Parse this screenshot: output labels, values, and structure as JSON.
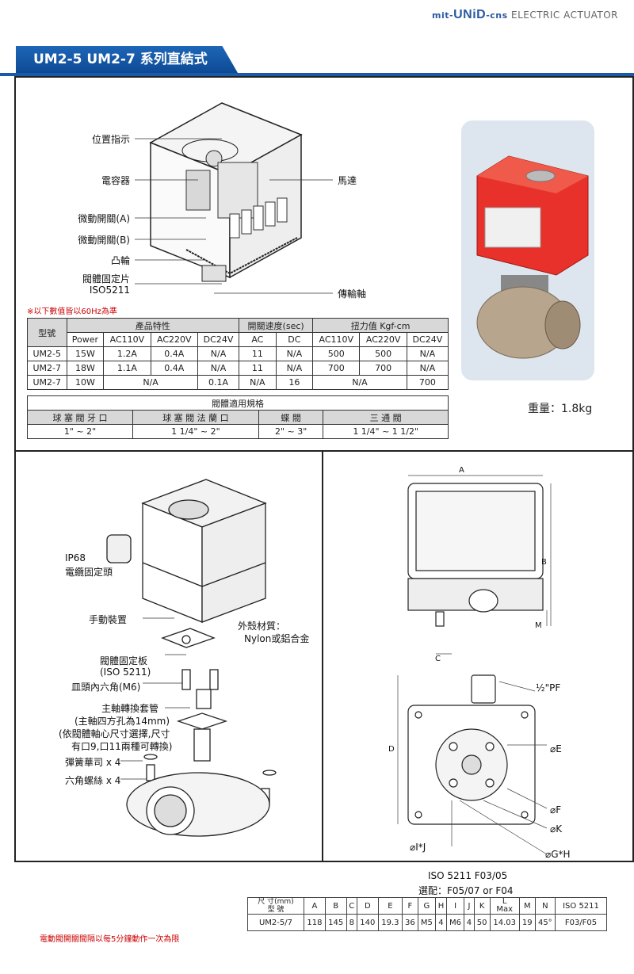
{
  "header": {
    "brand_prefix": "mit-",
    "brand_logo": "UNiD",
    "brand_suffix": "-cns",
    "brand_tagline": "ELECTRIC ACTUATOR",
    "title": "UM2-5 UM2-7 系列直結式"
  },
  "colors": {
    "accent": "#1e66b8",
    "note_red": "#cc0000",
    "actuator_red": "#e8312a"
  },
  "cutaway": {
    "labels_left": [
      "位置指示",
      "電容器",
      "微動開關(A)",
      "微動開關(B)",
      "凸輪",
      "閥體固定片",
      "ISO5211"
    ],
    "labels_right": [
      "馬達",
      "傳輸軸"
    ]
  },
  "note_60hz": "※以下數值皆以60Hz為準",
  "spec": {
    "model_header": "型號",
    "feature_header": "產品特性",
    "speed_header": "開關速度(sec)",
    "torque_header": "扭力值 Kgf-cm",
    "sub_headers": [
      "Power",
      "AC110V",
      "AC220V",
      "DC24V",
      "AC",
      "DC",
      "AC110V",
      "AC220V",
      "DC24V"
    ],
    "rows": [
      [
        "UM2-5",
        "15W",
        "1.2A",
        "0.4A",
        "N/A",
        "11",
        "N/A",
        "500",
        "500",
        "N/A"
      ],
      [
        "UM2-7",
        "18W",
        "1.1A",
        "0.4A",
        "N/A",
        "11",
        "N/A",
        "700",
        "700",
        "N/A"
      ]
    ],
    "row3": {
      "model": "UM2-7",
      "power": "10W",
      "na_ac": "N/A",
      "dc24": "0.1A",
      "ac": "N/A",
      "dc": "16",
      "na_torque": "N/A",
      "dc_torque": "700"
    }
  },
  "valve_spec": {
    "title": "閥體適用規格",
    "headers": [
      "球 塞 閥 牙 口",
      "球 塞 閥 法 蘭 口",
      "蝶  閥",
      "三  通  閥"
    ],
    "values": [
      "1\" ~ 2\"",
      "1 1/4\" ~ 2\"",
      "2\" ~ 3\"",
      "1 1/4\" ~ 1 1/2\""
    ]
  },
  "weight": "重量：1.8kg",
  "exploded": {
    "ip68": "IP68",
    "cable": "電纜固定頭",
    "manual": "手動裝置",
    "shell_1": "外殼材質：",
    "shell_2": "Nylon或鋁合金",
    "plate_1": "閥體固定板",
    "plate_2": "(ISO 5211)",
    "m6": "皿頭內六角(M6)",
    "sleeve_1": "主軸轉換套管",
    "sleeve_2": "(主軸四方孔為14mm)",
    "sleeve_3": "(依閥體軸心尺寸選擇,尺寸",
    "sleeve_4": "有口9,口11兩種可轉換)",
    "washer": "彈簧華司 x 4",
    "bolt": "六角螺絲 x 4"
  },
  "dims": {
    "A": "A",
    "B": "B",
    "M": "M",
    "C": "C",
    "D": "D",
    "PF": "½\"PF",
    "E": "⌀E",
    "F": "⌀F",
    "K": "⌀K",
    "IJ": "⌀I*J",
    "GH": "⌀G*H",
    "iso": "ISO 5211 F03/05",
    "match": "選配：F05/07 or F04"
  },
  "dim_table": {
    "corner_top": "尺 寸",
    "corner_unit": "(mm)",
    "corner_bottom": "型    號",
    "cols": [
      "A",
      "B",
      "C",
      "D",
      "E",
      "F",
      "G",
      "H",
      "I",
      "J",
      "K",
      "L",
      "M",
      "N",
      "ISO 5211"
    ],
    "L_sub": "Max",
    "model": "UM2-5/7",
    "values": [
      "118",
      "145",
      "8",
      "140",
      "19.3",
      "36",
      "M5",
      "4",
      "M6",
      "4",
      "50",
      "14.03",
      "19",
      "45°",
      "F03/F05"
    ]
  },
  "footer_note": "電動閥開關間隔以每5分鐘動作一次為限"
}
